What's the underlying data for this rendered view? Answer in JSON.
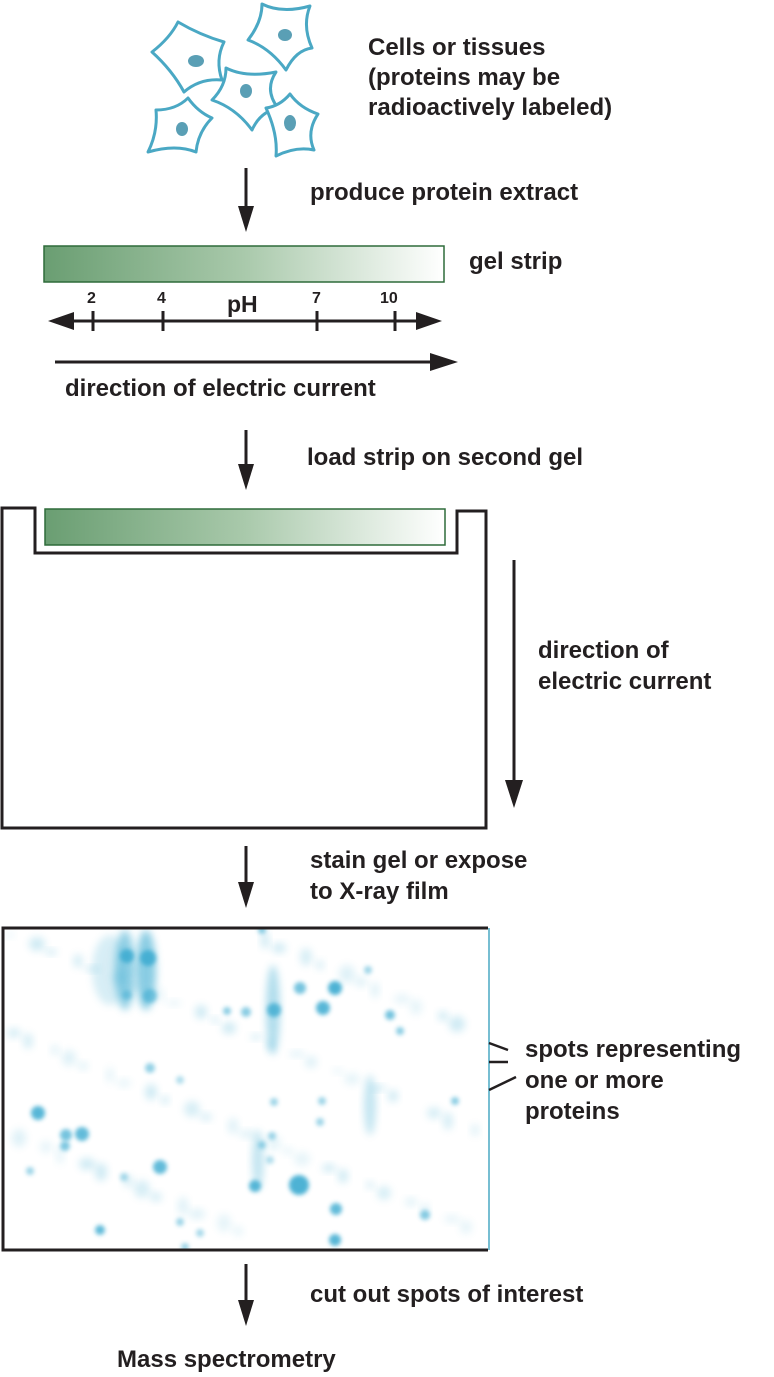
{
  "title": "Two-dimensional gel electrophoresis workflow",
  "colors": {
    "cell_outline": "#4aa8c4",
    "cell_nucleus": "#5a9fb5",
    "gel_dark": "#6a9e72",
    "gel_light": "#ffffff",
    "gel_border": "#2e6b3a",
    "spot": "#3aaad0",
    "ink": "#231f20"
  },
  "steps": {
    "cells_label": [
      "Cells or tissues",
      "(proteins may be",
      "radioactively labeled)"
    ],
    "step1": "produce protein extract",
    "gel_strip_label": "gel strip",
    "ph_axis": {
      "label": "pH",
      "ticks": [
        "2",
        "4",
        "7",
        "10"
      ]
    },
    "direction_horizontal": "direction of electric current",
    "step2": "load strip on second gel",
    "direction_vertical": [
      "direction of",
      "electric current"
    ],
    "step3": [
      "stain gel or expose",
      "to X-ray film"
    ],
    "spots_label": [
      "spots representing",
      "one or more",
      "proteins"
    ],
    "step4": "cut out spots of interest",
    "final": "Mass spectrometry"
  }
}
